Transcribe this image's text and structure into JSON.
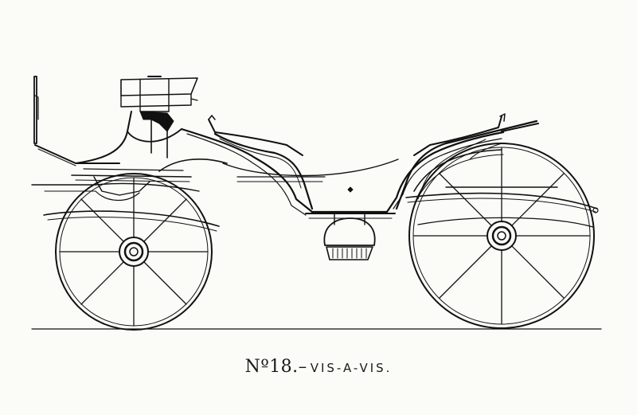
{
  "plate": {
    "number_prefix": "Nº",
    "number": "18.",
    "separator": "–",
    "title": "VIS-A-VIS."
  }
}
